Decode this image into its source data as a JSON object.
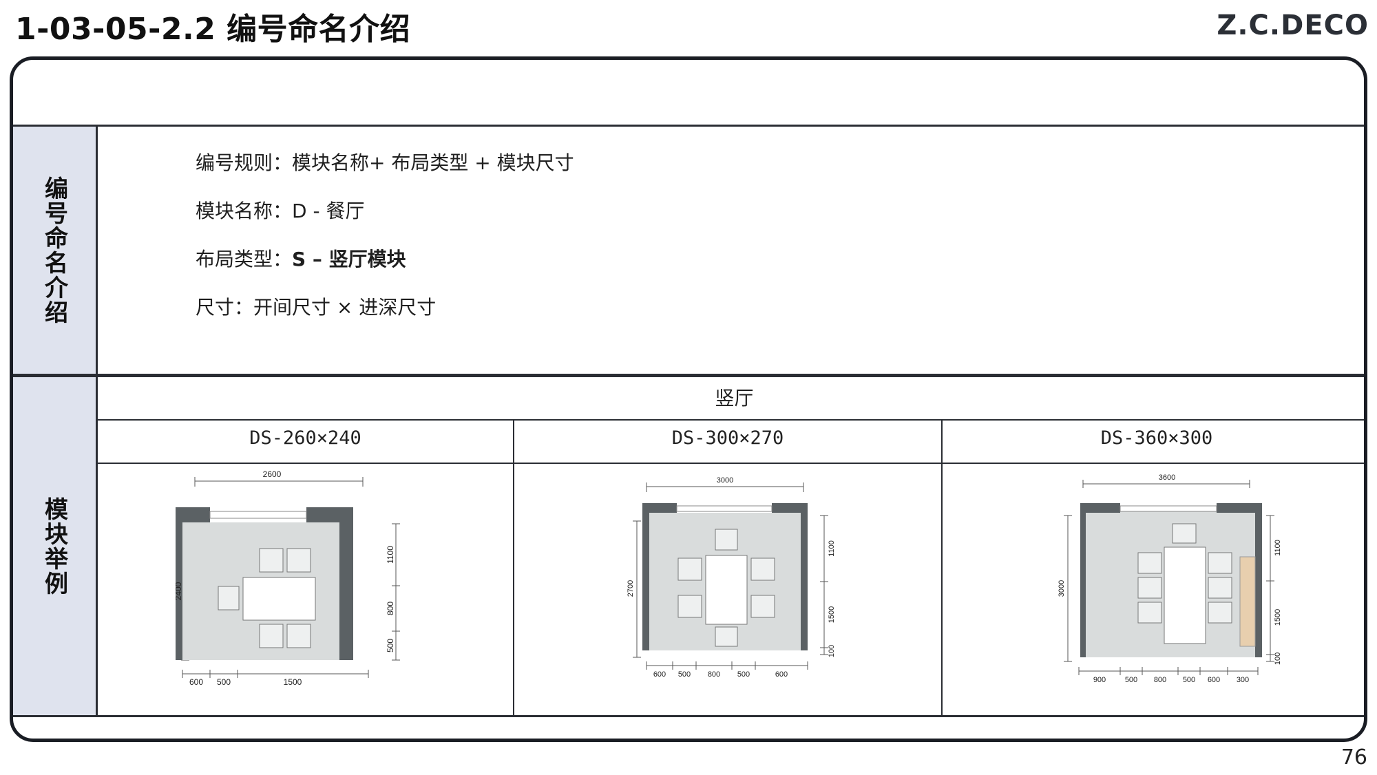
{
  "header": {
    "title": "1-03-05-2.2 编号命名介绍",
    "brand": "Z.C.DECO",
    "page_number": "76"
  },
  "intro": {
    "side_label": "编号命名介绍",
    "rules": [
      {
        "label": "编号规则：",
        "value": "模块名称+ 布局类型 + 模块尺寸",
        "bold": false
      },
      {
        "label": "模块名称：",
        "value": "D - 餐厅",
        "bold": false
      },
      {
        "label": "布局类型：",
        "value": "S – 竖厅模块",
        "bold": true
      },
      {
        "label": "尺寸：",
        "value": "开间尺寸 × 进深尺寸",
        "bold": false
      }
    ]
  },
  "examples": {
    "side_label": "模块举例",
    "group_header": "竖厅",
    "columns": [
      {
        "code": "DS-260×240",
        "top_dim": "2600",
        "side_dim": "2400",
        "right_dims": [
          "1100",
          "800",
          "500"
        ],
        "bottom_dims": [
          "600",
          "500",
          "1500"
        ]
      },
      {
        "code": "DS-300×270",
        "top_dim": "3000",
        "side_dim": "2700",
        "right_dims": [
          "1100",
          "1500",
          "100"
        ],
        "bottom_dims": [
          "600",
          "500",
          "800",
          "500",
          "600"
        ]
      },
      {
        "code": "DS-360×300",
        "top_dim": "3600",
        "side_dim": "3000",
        "right_dims": [
          "1100",
          "1500",
          "100"
        ],
        "bottom_dims": [
          "900",
          "500",
          "800",
          "500",
          "600",
          "300"
        ]
      }
    ]
  },
  "colors": {
    "floor": "#d9dcdc",
    "wall": "#5b6164",
    "side_panel": "#dfe3ee",
    "cabinet": "#e8cfae"
  }
}
